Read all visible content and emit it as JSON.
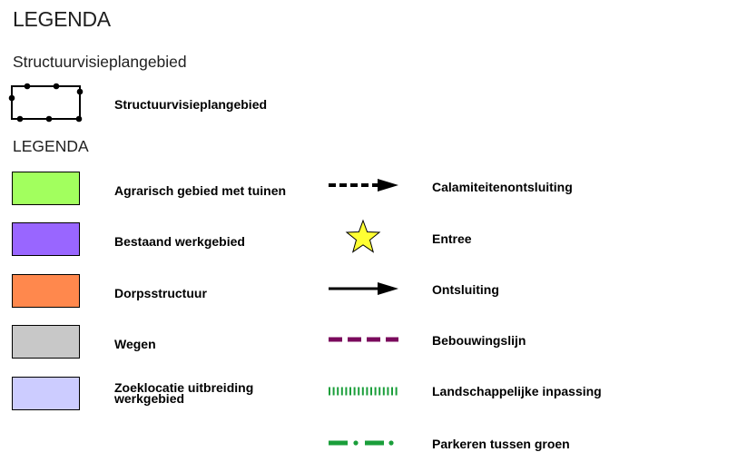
{
  "title": "LEGENDA",
  "sections": [
    {
      "title": "Structuurvisieplangebied",
      "items": [
        {
          "label": "Structuurvisieplangebied",
          "symbol": "boundary-dotted-rectangle"
        }
      ]
    },
    {
      "title": "LEGENDA",
      "areas": [
        {
          "label": "Agrarisch gebied met tuinen",
          "color": "#a2ff5e"
        },
        {
          "label": "Bestaand werkgebied",
          "color": "#9966ff"
        },
        {
          "label": "Dorpsstructuur",
          "color": "#ff884d"
        },
        {
          "label": "Wegen",
          "color": "#c8c8c8"
        },
        {
          "label": "Zoeklocatie uitbreiding werkgebied",
          "color": "#ccccff"
        }
      ],
      "lines": [
        {
          "label": "Calamiteitenontsluiting",
          "symbol": "dashed-arrow",
          "color": "#000000"
        },
        {
          "label": "Entree",
          "symbol": "star",
          "color": "#ffff33"
        },
        {
          "label": "Ontsluiting",
          "symbol": "solid-arrow",
          "color": "#000000"
        },
        {
          "label": "Bebouwingslijn",
          "symbol": "dashed-line",
          "color": "#7a0a5c"
        },
        {
          "label": "Landschappelijke inpassing",
          "symbol": "hatched-line",
          "color": "#1a9e3a"
        },
        {
          "label": "Parkeren tussen groen",
          "symbol": "dash-dot-line",
          "color": "#1a9e3a"
        }
      ]
    }
  ]
}
